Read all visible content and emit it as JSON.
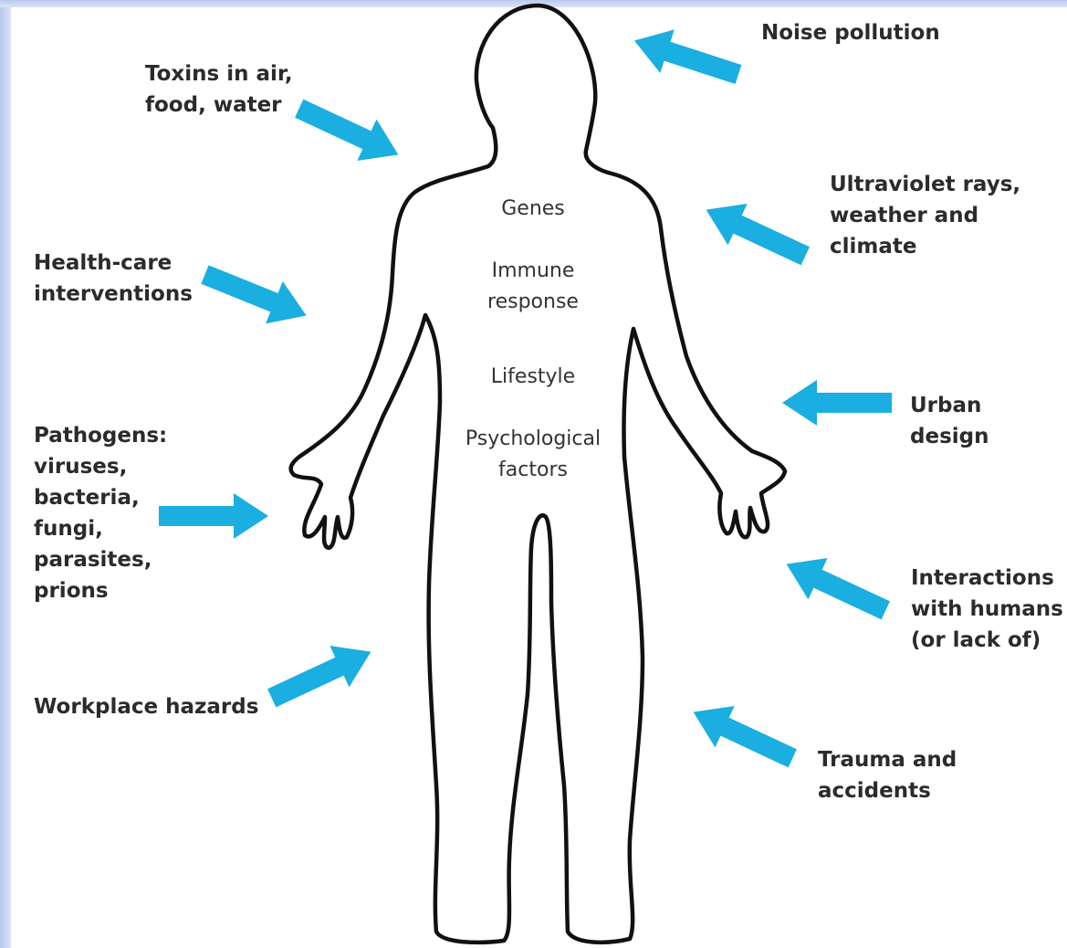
{
  "colors": {
    "arrow": "#1aaee1",
    "outline": "#111111",
    "text": "#2b2b2b"
  },
  "inner_factors": [
    "Genes",
    "Immune\nresponse",
    "Lifestyle",
    "Psychological\nfactors"
  ],
  "external_factors": {
    "noise": "Noise pollution",
    "toxins": "Toxins in air,\nfood, water",
    "ultraviolet": "Ultraviolet rays,\nweather and climate",
    "healthcare": "Health-care\ninterventions",
    "urban": "Urban design",
    "pathogens": "Pathogens:\nviruses,\nbacteria,\nfungi,\nparasites,\nprions",
    "interactions": "Interactions\nwith humans\n(or lack of)",
    "workplace": "Workplace hazards",
    "trauma": "Trauma and accidents"
  }
}
